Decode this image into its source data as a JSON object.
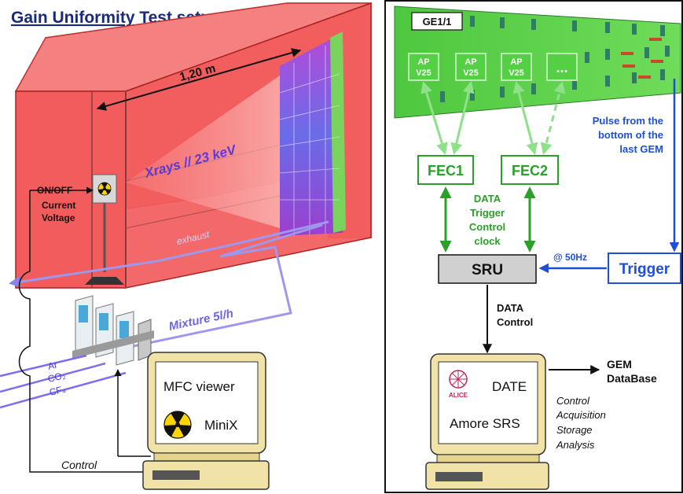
{
  "left": {
    "title": "Gain Uniformity Test setup",
    "length_label": "1,20 m",
    "xray_label": "Xrays // 23 keV",
    "onoff_label": "ON/OFF",
    "current_label": "Current",
    "voltage_label": "Voltage",
    "exhaust_label": "exhaust",
    "mixture_label": "Mixture 5l/h",
    "gas_ar": "Ar",
    "gas_co2": "CO₂",
    "gas_cf4": "CF₄",
    "control_label": "Control",
    "monitor_line1": "MFC viewer",
    "monitor_line2": "MiniX"
  },
  "right": {
    "detector_label": "GE1/1",
    "apv_chips": [
      {
        "line1": "AP",
        "line2": "V25"
      },
      {
        "line1": "AP",
        "line2": "V25"
      },
      {
        "line1": "AP",
        "line2": "V25"
      },
      {
        "line1": "...",
        "line2": ""
      }
    ],
    "pulse_line1": "Pulse from the",
    "pulse_line2": "bottom of the",
    "pulse_line3": "last GEM",
    "fec1_label": "FEC1",
    "fec2_label": "FEC2",
    "signals": [
      "DATA",
      "Trigger",
      "Control",
      "clock"
    ],
    "sru_label": "SRU",
    "rate_label": "@ 50Hz",
    "trigger_label": "Trigger",
    "data_label": "DATA",
    "control_label": "Control",
    "gem_db_line1": "GEM",
    "gem_db_line2": "DataBase",
    "alice_label": "ALICE",
    "date_label": "DATE",
    "amore_label": "Amore SRS",
    "tasks": [
      "Control",
      "Acquisition",
      "Storage",
      "Analysis"
    ]
  },
  "colors": {
    "box_red": "#f25c5c",
    "pcb_green": "#55d045",
    "fec_green": "#2aa02a",
    "pulse_blue": "#1f4fd6",
    "gas_purple": "#8b83e8",
    "monitor_tan": "#f1e3a8"
  }
}
